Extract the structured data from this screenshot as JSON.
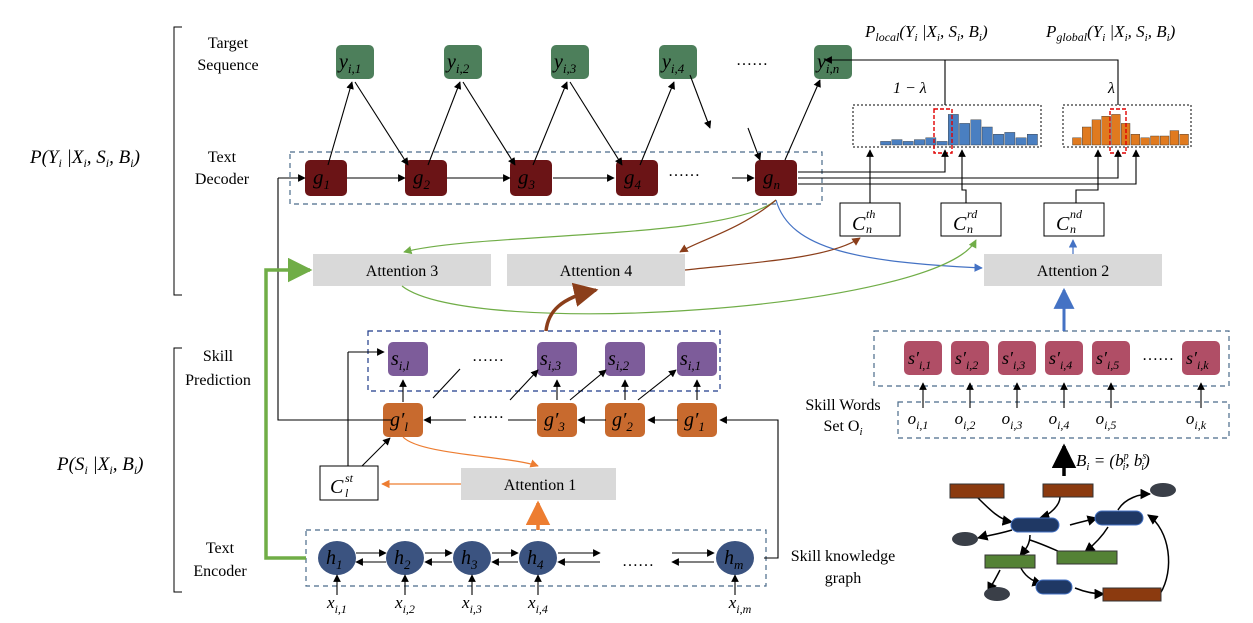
{
  "labels": {
    "target_sequence_1": "Target",
    "target_sequence_2": "Sequence",
    "text_decoder_1": "Text",
    "text_decoder_2": "Decoder",
    "skill_prediction_1": "Skill",
    "skill_prediction_2": "Prediction",
    "text_encoder_1": "Text",
    "text_encoder_2": "Encoder",
    "skill_words_1": "Skill Words",
    "skill_words_2": "Set O",
    "skill_words_2_sub": "i",
    "skill_kg_1": "Skill knowledge",
    "skill_kg_2": "graph",
    "prob_y": "P(Y",
    "prob_y_rest": "|X",
    "prob_s": "P(S",
    "p_local": "P",
    "p_local_sub": "local",
    "p_global": "P",
    "p_global_sub": "global",
    "cond_text": "(Y",
    "one_minus_lambda": "1 − λ",
    "lambda": "λ",
    "b_def": "B",
    "dots": "……"
  },
  "attention": {
    "a1": "Attention 1",
    "a2": "Attention 2",
    "a3": "Attention 3",
    "a4": "Attention 4"
  },
  "target_nodes": [
    {
      "base": "y",
      "sub": "i,1"
    },
    {
      "base": "y",
      "sub": "i,2"
    },
    {
      "base": "y",
      "sub": "i,3"
    },
    {
      "base": "y",
      "sub": "i,4"
    },
    {
      "base": "y",
      "sub": "i,n"
    }
  ],
  "decoder_nodes": [
    {
      "base": "g",
      "sub": "1"
    },
    {
      "base": "g",
      "sub": "2"
    },
    {
      "base": "g",
      "sub": "3"
    },
    {
      "base": "g",
      "sub": "4"
    },
    {
      "base": "g",
      "sub": "n"
    }
  ],
  "skill_pred_nodes": [
    {
      "base": "s",
      "sub": "i,l"
    },
    {
      "base": "s",
      "sub": "i,3"
    },
    {
      "base": "s",
      "sub": "i,2"
    },
    {
      "base": "s",
      "sub": "i,1"
    }
  ],
  "skill_dec_nodes": [
    {
      "base": "g′",
      "sub": "l"
    },
    {
      "base": "g′",
      "sub": "3"
    },
    {
      "base": "g′",
      "sub": "2"
    },
    {
      "base": "g′",
      "sub": "1"
    }
  ],
  "encoder_nodes": [
    {
      "base": "h",
      "sub": "1"
    },
    {
      "base": "h",
      "sub": "2"
    },
    {
      "base": "h",
      "sub": "3"
    },
    {
      "base": "h",
      "sub": "4"
    },
    {
      "base": "h",
      "sub": "m"
    }
  ],
  "inputs": [
    {
      "base": "x",
      "sub": "i,1"
    },
    {
      "base": "x",
      "sub": "i,2"
    },
    {
      "base": "x",
      "sub": "i,3"
    },
    {
      "base": "x",
      "sub": "i,4"
    },
    {
      "base": "x",
      "sub": "i,m"
    }
  ],
  "skill_word_nodes": [
    {
      "base": "s′",
      "sub": "i,1"
    },
    {
      "base": "s′",
      "sub": "i,2"
    },
    {
      "base": "s′",
      "sub": "i,3"
    },
    {
      "base": "s′",
      "sub": "i,4"
    },
    {
      "base": "s′",
      "sub": "i,5"
    },
    {
      "base": "s′",
      "sub": "i,k"
    }
  ],
  "skill_words": [
    {
      "base": "o",
      "sub": "i,1"
    },
    {
      "base": "o",
      "sub": "i,2"
    },
    {
      "base": "o",
      "sub": "i,3"
    },
    {
      "base": "o",
      "sub": "i,4"
    },
    {
      "base": "o",
      "sub": "i,5"
    },
    {
      "base": "o",
      "sub": "i,k"
    }
  ],
  "context_vectors": [
    {
      "base": "C",
      "sup": "th",
      "sub": "n"
    },
    {
      "base": "C",
      "sup": "rd",
      "sub": "n"
    },
    {
      "base": "C",
      "sup": "nd",
      "sub": "n"
    },
    {
      "base": "C",
      "sup": "st",
      "sub": "l"
    }
  ],
  "colors": {
    "target": "#4d7f5b",
    "decoder": "#6b1416",
    "skill_pred": "#7d5c9a",
    "skill_dec": "#c86a2e",
    "encoder": "#3b5380",
    "skill_word": "#b04e66",
    "attention_box": "#d9d9d9",
    "green_arrow": "#70ad47",
    "brown_arrow": "#8b3e1a",
    "blue_arrow": "#4472c4",
    "orange_arrow": "#ed7d31",
    "local_bars": "#4a7fc1",
    "global_bars": "#e07a1f",
    "dashed_box": "#4a6b8a",
    "kg_brown": "#8b3a0f",
    "kg_blue": "#1f3864",
    "kg_green": "#548235",
    "kg_dark": "#3a3f48"
  },
  "local_bars": [
    0.1,
    0.15,
    0.1,
    0.15,
    0.2,
    0.1,
    0.85,
    0.6,
    0.7,
    0.5,
    0.3,
    0.35,
    0.2,
    0.3
  ],
  "global_bars": [
    0.2,
    0.5,
    0.7,
    0.8,
    0.85,
    0.6,
    0.3,
    0.2,
    0.25,
    0.25,
    0.4,
    0.3
  ]
}
